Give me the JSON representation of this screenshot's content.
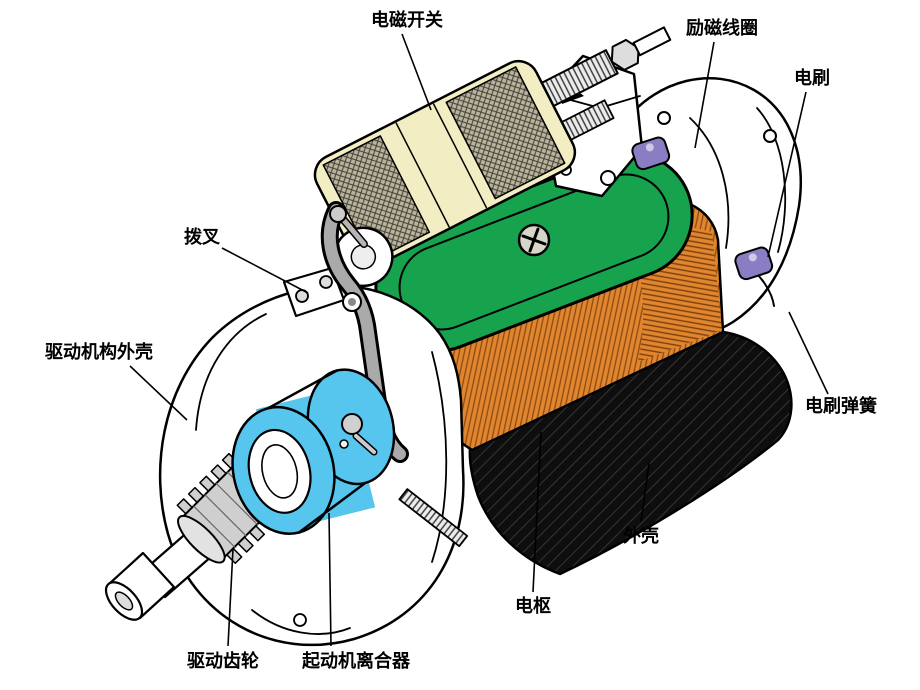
{
  "diagram": {
    "background": "#ffffff",
    "labels": [
      {
        "id": "solenoid-switch",
        "text": "电磁开关"
      },
      {
        "id": "field-coil",
        "text": "励磁线圈"
      },
      {
        "id": "brush",
        "text": "电刷"
      },
      {
        "id": "brush-spring",
        "text": "电刷弹簧"
      },
      {
        "id": "shift-fork",
        "text": "拨叉"
      },
      {
        "id": "drive-housing",
        "text": "驱动机构外壳"
      },
      {
        "id": "shell",
        "text": "外壳"
      },
      {
        "id": "armature",
        "text": "电枢"
      },
      {
        "id": "drive-gear",
        "text": "驱动齿轮"
      },
      {
        "id": "starter-clutch",
        "text": "起动机离合器"
      }
    ],
    "colors": {
      "line": "#000000",
      "solenoid_body": "#f3edc3",
      "solenoid_mesh": "#b9b49a",
      "cover_green": "#17a24e",
      "winding_orange": "#e2862e",
      "winding_line": "#8a4a14",
      "housing_black": "#0e0e0e",
      "clutch_blue": "#57c6ef",
      "brush_purple": "#8b7dc3",
      "metal_gray": "#cfcfcf",
      "fork_gray": "#aaaaaa"
    }
  }
}
